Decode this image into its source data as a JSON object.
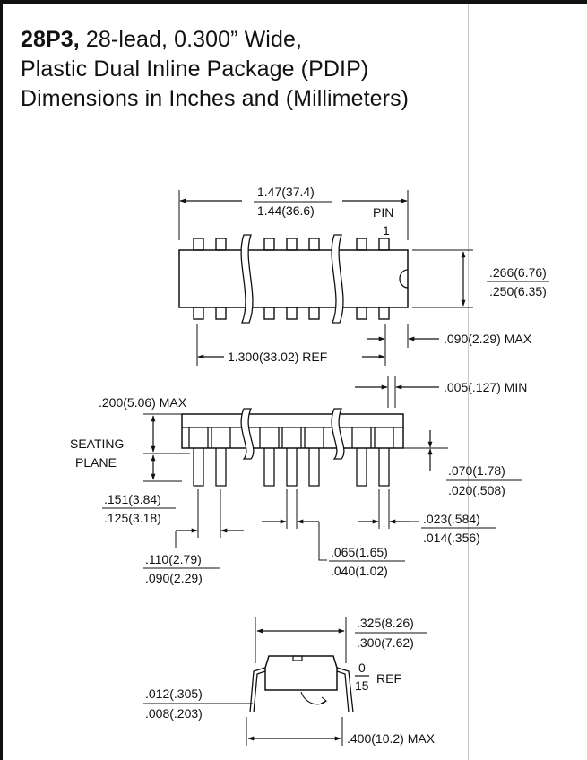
{
  "title": {
    "code": "28P3,",
    "line1_rest": " 28-lead, 0.300” Wide,",
    "line2": "Plastic Dual Inline Package (PDIP)",
    "line3": "Dimensions in Inches and (Millimeters)"
  },
  "top_view": {
    "length_max": "1.47(37.4)",
    "length_min": "1.44(36.6)",
    "pin_label": "PIN",
    "pin_number": "1",
    "width_max": ".266(6.76)",
    "width_min": ".250(6.35)",
    "lead_span_ref": "1.300(33.02) REF",
    "end_offset_max": ".090(2.29) MAX"
  },
  "side_view": {
    "standoff_min": ".005(.127) MIN",
    "height_max": ".200(5.06) MAX",
    "seating_plane_1": "SEATING",
    "seating_plane_2": "PLANE",
    "shoulder_max": ".070(1.78)",
    "shoulder_min": ".020(.508)",
    "lead_length_max": ".151(3.84)",
    "lead_length_min": ".125(3.18)",
    "lead_width_max": ".023(.584)",
    "lead_width_min": ".014(.356)",
    "upper_lead_max": ".065(1.65)",
    "upper_lead_min": ".040(1.02)",
    "pitch_max": ".110(2.79)",
    "pitch_min": ".090(2.29)"
  },
  "end_view": {
    "row_width_max": ".325(8.26)",
    "row_width_min": ".300(7.62)",
    "angle_top": "0",
    "angle_bottom": "15",
    "angle_ref": "REF",
    "lead_thk_max": ".012(.305)",
    "lead_thk_min": ".008(.203)",
    "overall_max": ".400(10.2) MAX"
  }
}
